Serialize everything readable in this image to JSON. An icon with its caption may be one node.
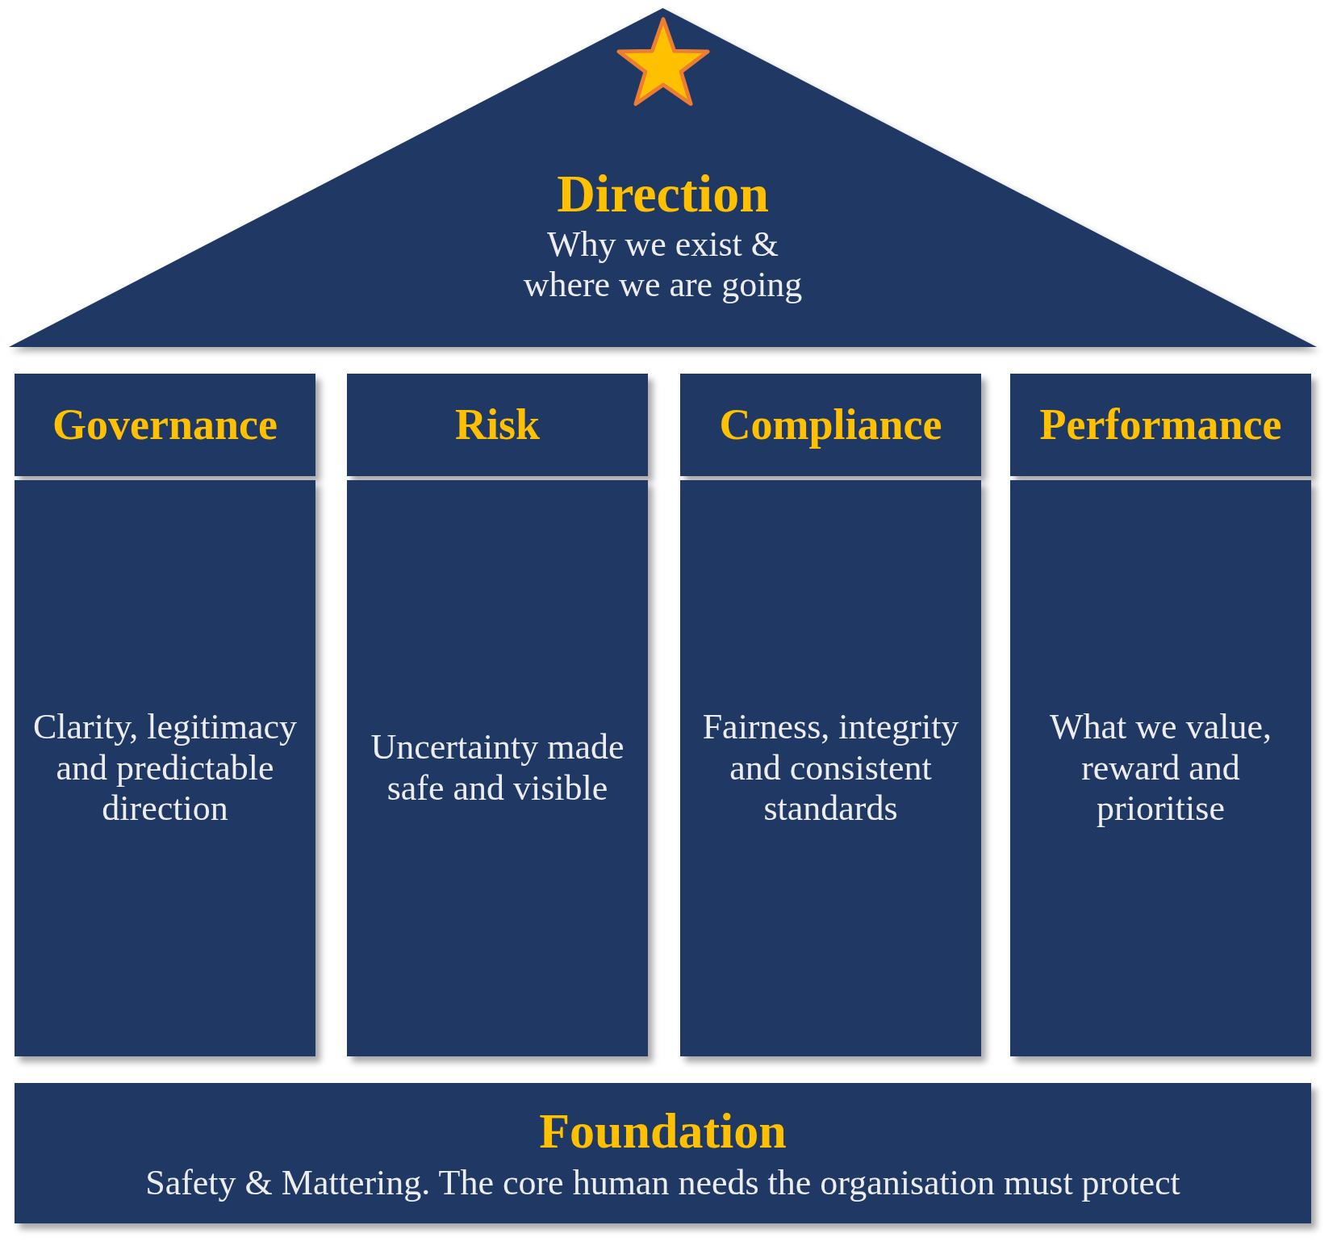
{
  "diagram": {
    "nodes": [
      {
        "text": [
          "Direction",
          "Why we exist & where we are going"
        ]
      },
      {
        "text": [
          "Governance"
        ]
      },
      {
        "text": [
          "Risk"
        ]
      },
      {
        "text": [
          "Compliance"
        ]
      },
      {
        "text": [
          "Performance"
        ]
      },
      {
        "text": [
          "Clarity, legitimacy and predictable direction"
        ]
      },
      {
        "text": [
          "Uncertainty made safe and visible"
        ]
      },
      {
        "text": [
          "Fairness, integrity and consistent standards"
        ]
      },
      {
        "text": [
          "What we value, reward and prioritise"
        ]
      },
      {
        "text": [
          "Foundation",
          "Safety & Mattering. The core human needs the organisation must protect"
        ]
      }
    ]
  }
}
